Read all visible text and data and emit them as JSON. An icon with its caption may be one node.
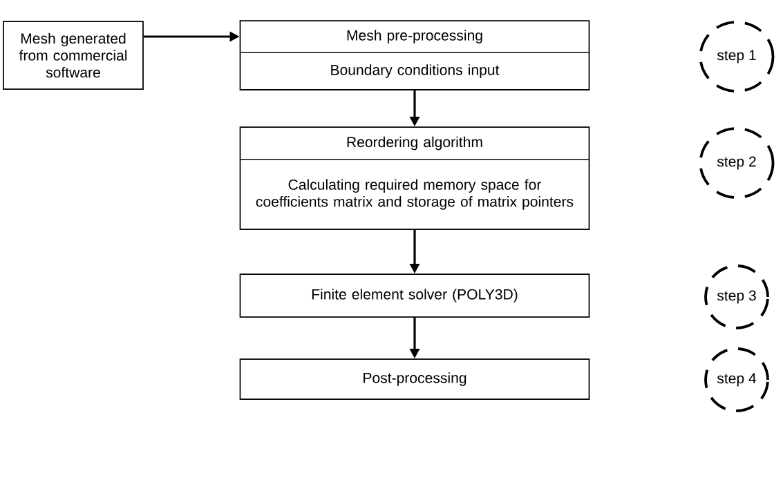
{
  "diagram": {
    "nodes": [
      {
        "text": [
          "Mesh generated from commercial software"
        ]
      },
      {
        "text": [
          "Mesh pre-processing",
          "Boundary conditions input"
        ]
      },
      {
        "text": [
          "step 1"
        ]
      },
      {
        "text": [
          "Reordering algorithm",
          "Calculating required memory space for coefficients matrix  and storage of matrix pointers"
        ]
      },
      {
        "text": [
          "step 2"
        ]
      },
      {
        "text": [
          "Finite element solver (POLY3D)"
        ]
      },
      {
        "text": [
          "step 3"
        ]
      },
      {
        "text": [
          "Post-processing"
        ]
      },
      {
        "text": [
          "step 4"
        ]
      }
    ],
    "edges": [
      {
        "from": 0,
        "to": 1,
        "arrow": "to"
      },
      {
        "from": 1,
        "to": 3,
        "arrow": "to"
      },
      {
        "from": 3,
        "to": 5,
        "arrow": "to"
      },
      {
        "from": 5,
        "to": 7,
        "arrow": "to"
      }
    ]
  }
}
